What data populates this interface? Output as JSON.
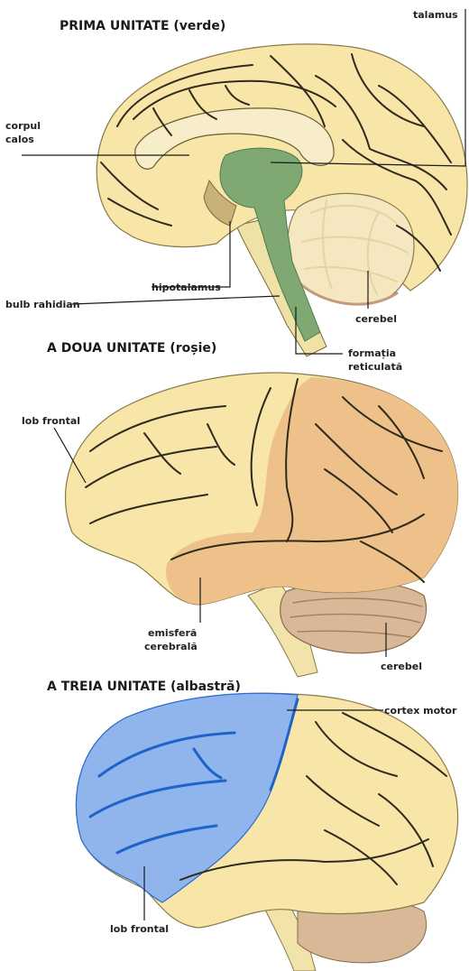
{
  "panels": {
    "first": {
      "title": "PRIMA UNITATE (verde)",
      "labels": {
        "talamus": "talamus",
        "corpul_calos_1": "corpul",
        "corpul_calos_2": "calos",
        "hipotalamus": "hipotalamus",
        "bulb_rahidian": "bulb rahidian",
        "cerebel": "cerebel",
        "formatia_1": "formația",
        "formatia_2": "reticulată"
      }
    },
    "second": {
      "title": "A DOUA UNITATE (roșie)",
      "labels": {
        "lob_frontal": "lob frontal",
        "emisfera_1": "emisferă",
        "emisfera_2": "cerebrală",
        "cerebel": "cerebel"
      }
    },
    "third": {
      "title": "A TREIA UNITATE (albastră)",
      "labels": {
        "cortex_motor": "cortex motor",
        "lob_frontal": "lob frontal"
      }
    }
  },
  "colors": {
    "brain": "#f7e6a8",
    "sulcus": "#2f2a1c",
    "green_unit": "#7fa873",
    "red_unit": "#eec08a",
    "blue_unit": "#8fb5ec",
    "blue_sulcus": "#1f63c9",
    "cerebellum": "#d9b898",
    "brainstem": "#efe2a6"
  }
}
